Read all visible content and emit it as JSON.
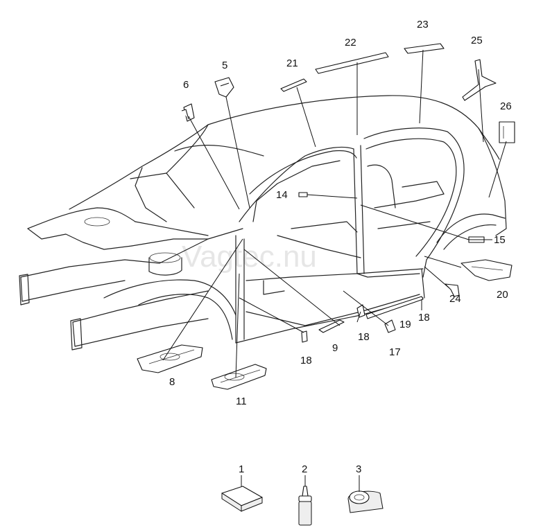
{
  "watermark": "Vagtec.nu",
  "callouts": [
    {
      "id": "c1",
      "text": "1"
    },
    {
      "id": "c2",
      "text": "2"
    },
    {
      "id": "c3",
      "text": "3"
    },
    {
      "id": "c5",
      "text": "5"
    },
    {
      "id": "c6",
      "text": "6"
    },
    {
      "id": "c8",
      "text": "8"
    },
    {
      "id": "c9",
      "text": "9"
    },
    {
      "id": "c11",
      "text": "11"
    },
    {
      "id": "c14",
      "text": "14"
    },
    {
      "id": "c15",
      "text": "15"
    },
    {
      "id": "c17",
      "text": "17"
    },
    {
      "id": "c18a",
      "text": "18"
    },
    {
      "id": "c18b",
      "text": "18"
    },
    {
      "id": "c18c",
      "text": "18"
    },
    {
      "id": "c19",
      "text": "19"
    },
    {
      "id": "c20",
      "text": "20"
    },
    {
      "id": "c21",
      "text": "21"
    },
    {
      "id": "c22",
      "text": "22"
    },
    {
      "id": "c23",
      "text": "23"
    },
    {
      "id": "c24",
      "text": "24"
    },
    {
      "id": "c25",
      "text": "25"
    },
    {
      "id": "c26",
      "text": "26"
    }
  ]
}
